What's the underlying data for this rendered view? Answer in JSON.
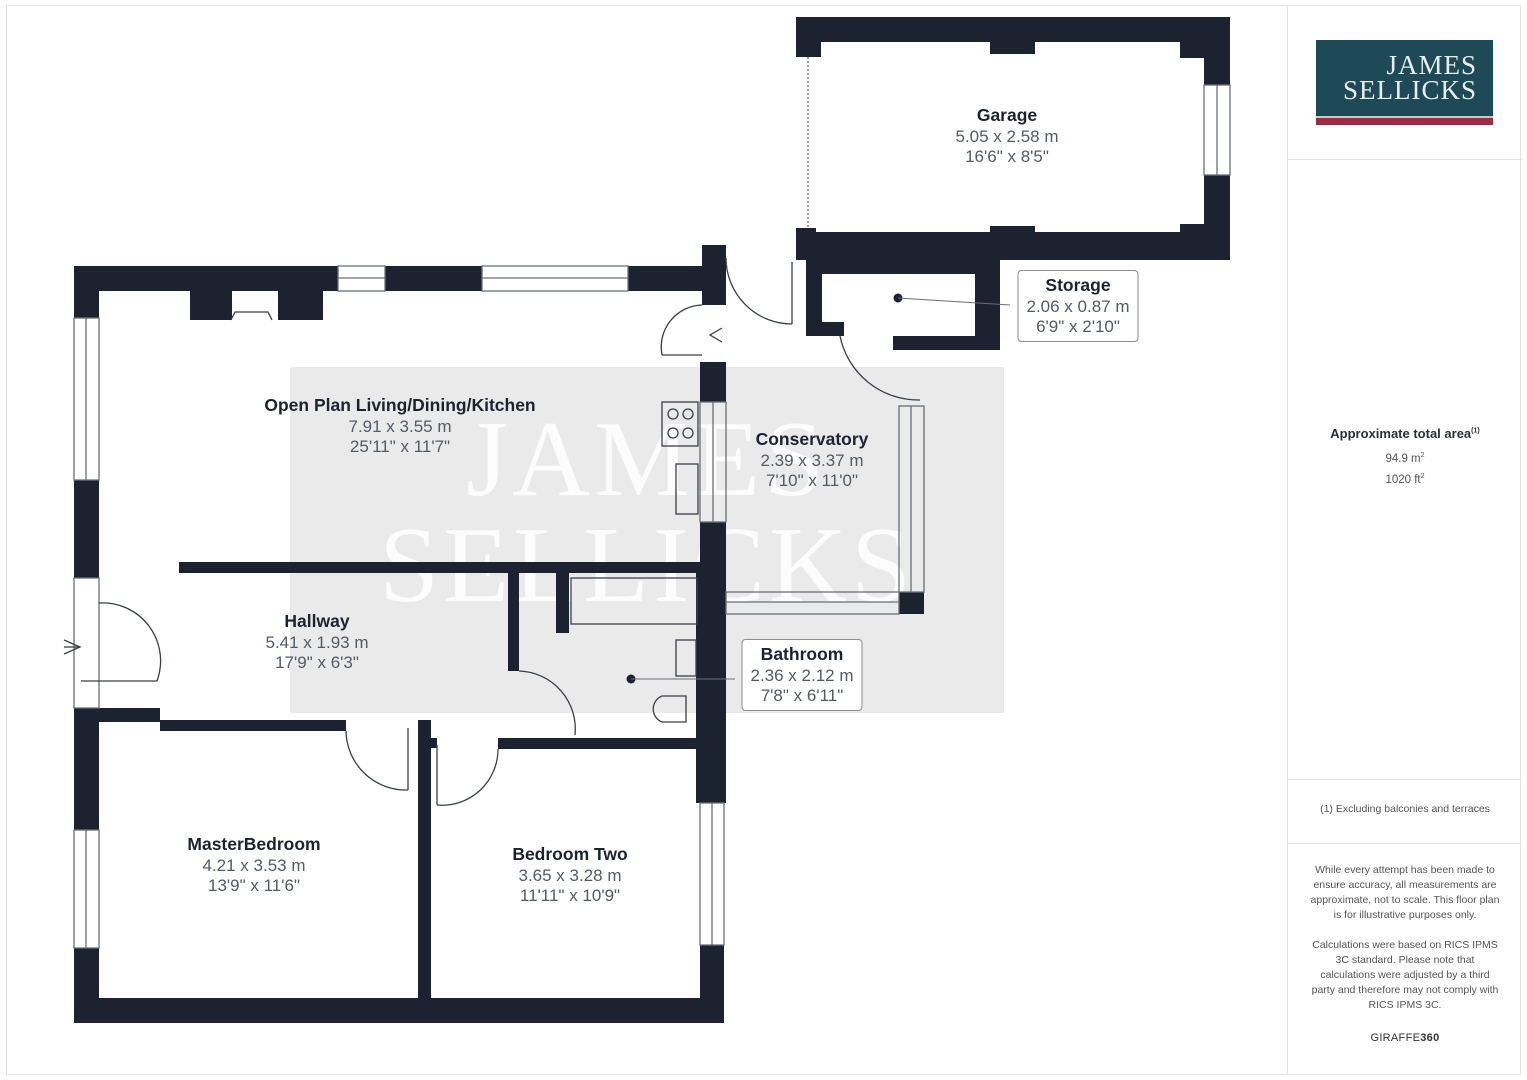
{
  "brand": {
    "line1": "JAMES",
    "line2": "SELLICKS",
    "colors": {
      "panel": "#1e4956",
      "accent": "#9e2a43",
      "wall": "#1c2230"
    }
  },
  "watermark": {
    "line1": "JAMES",
    "line2": "SELLICKS"
  },
  "rooms": [
    {
      "name": "Garage",
      "metric": "5.05 x 2.58 m",
      "imperial": "16'6\" x 8'5\""
    },
    {
      "name": "Storage",
      "metric": "2.06 x 0.87 m",
      "imperial": "6'9\" x 2'10\""
    },
    {
      "name": "Open Plan Living/Dining/Kitchen",
      "metric": "7.91 x 3.55 m",
      "imperial": "25'11\" x 11'7\""
    },
    {
      "name": "Conservatory",
      "metric": "2.39 x 3.37 m",
      "imperial": "7'10\" x 11'0\""
    },
    {
      "name": "Hallway",
      "metric": "5.41 x 1.93 m",
      "imperial": "17'9\" x 6'3\""
    },
    {
      "name": "Bathroom",
      "metric": "2.36 x 2.12 m",
      "imperial": "7'8\" x 6'11\""
    },
    {
      "name": "MasterBedroom",
      "metric": "4.21 x 3.53 m",
      "imperial": "13'9\" x 11'6\""
    },
    {
      "name": "Bedroom Two",
      "metric": "3.65 x 3.28 m",
      "imperial": "11'11\" x 10'9\""
    }
  ],
  "sidebar": {
    "area_title": "Approximate total area",
    "area_footnote_mark": "(1)",
    "area_m2": "94.9 m",
    "area_ft2": "1020 ft",
    "squared": "2",
    "footnote": "(1) Excluding balconies and terraces",
    "disclaimer1": "While every attempt has been made to ensure accuracy, all measurements are approximate, not to scale. This floor plan is for illustrative purposes only.",
    "disclaimer2": "Calculations were based on RICS IPMS 3C standard. Please note that calculations were adjusted by a third party and therefore may not comply with RICS IPMS 3C.",
    "credit_a": "GIRAFFE",
    "credit_b": "360"
  }
}
